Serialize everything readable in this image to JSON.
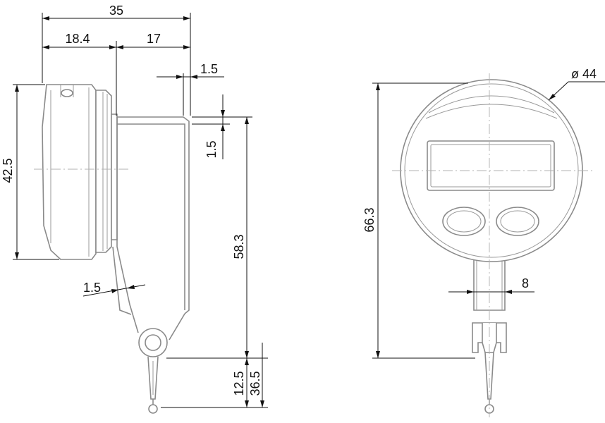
{
  "side_view": {
    "dims": {
      "overall_width": "35",
      "body_depth": "18.4",
      "bracket_depth": "17",
      "bracket_thickness": "1.5",
      "bracket_top_offset": "1.5",
      "body_height": "42.5",
      "arm_length": "58.3",
      "arm_plate_thickness": "1.5",
      "stylus_short": "12.5",
      "stylus_long": "36.5"
    }
  },
  "front_view": {
    "dims": {
      "diameter": "ø 44",
      "total_height": "66.3",
      "neck_width": "8"
    }
  }
}
